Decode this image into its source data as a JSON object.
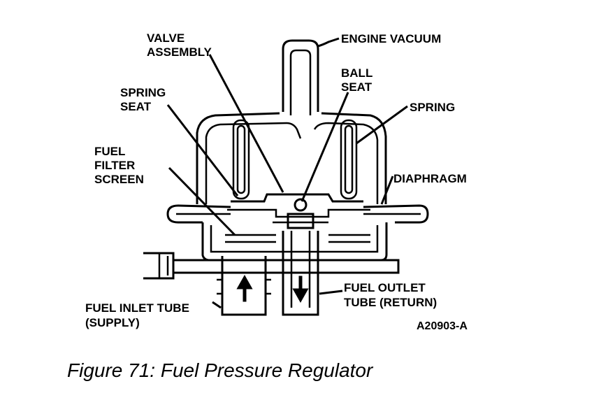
{
  "labels": {
    "valve_assembly": [
      "VALVE",
      "ASSEMBLY"
    ],
    "engine_vacuum": "ENGINE VACUUM",
    "ball_seat": [
      "BALL",
      "SEAT"
    ],
    "spring_seat": [
      "SPRING",
      "SEAT"
    ],
    "spring": "SPRING",
    "fuel_filter_screen": [
      "FUEL",
      "FILTER",
      "SCREEN"
    ],
    "diaphragm": "DIAPHRAGM",
    "fuel_outlet_tube": [
      "FUEL OUTLET",
      "TUBE (RETURN)"
    ],
    "fuel_inlet_tube": [
      "FUEL INLET TUBE",
      "(SUPPLY)"
    ],
    "figure_code": "A20903-A"
  },
  "caption": "Figure 71: Fuel Pressure Regulator"
}
